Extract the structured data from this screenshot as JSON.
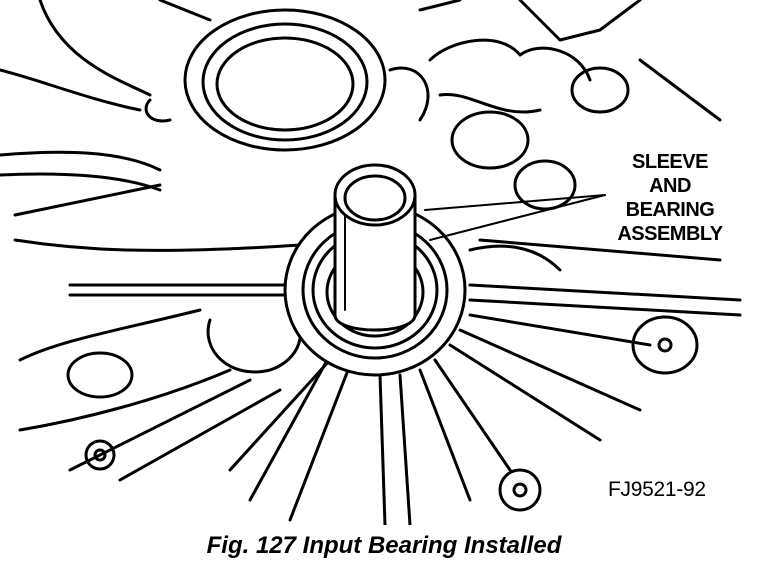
{
  "labels": {
    "callout_lines": [
      "SLEEVE",
      "AND",
      "BEARING",
      "ASSEMBLY"
    ],
    "figure_id": "FJ9521-92"
  },
  "caption": "Fig. 127 Input Bearing Installed",
  "colors": {
    "ink": "#000000",
    "paper": "#ffffff"
  }
}
